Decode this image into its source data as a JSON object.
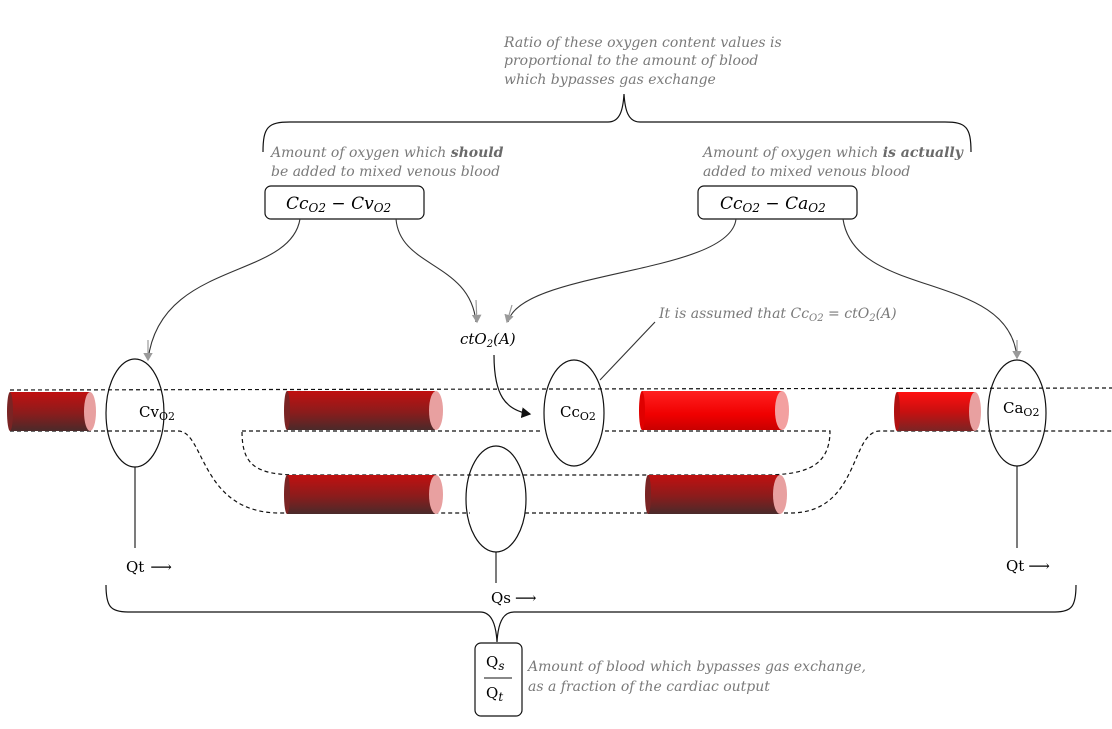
{
  "notes": {
    "ratio_line1": "Ratio of these oxygen content values is",
    "ratio_line2": "proportional  to the amount of blood",
    "ratio_line3": "which bypasses gas exchange",
    "should_prefix": "Amount of oxygen which ",
    "should_bold": "should",
    "should_line2": "be added to mixed venous blood",
    "actual_prefix": "Amount of oxygen which ",
    "actual_bold": "is actually",
    "actual_line2": "added to mixed venous blood",
    "assumed_prefix": "It is assumed that Cc",
    "assumed_sub": "O2",
    "assumed_mid": "  = ctO",
    "assumed_sub2": "2",
    "assumed_suffix": "(A)",
    "fraction_line1": "Amount of blood  which bypasses gas exchange,",
    "fraction_line2": "as a fraction of the cardiac output"
  },
  "boxes": {
    "left": {
      "a": "Cc",
      "a_sub": "O2",
      "op": " − ",
      "b": "Cv",
      "b_sub": "O2"
    },
    "right": {
      "a": "Cc",
      "a_sub": "O2",
      "op": " − ",
      "b": "Ca",
      "b_sub": "O2"
    }
  },
  "labels": {
    "ctO2_main": "ctO",
    "ctO2_sub": "2",
    "ctO2_tail": "(A)",
    "cv_main": "Cv",
    "cv_sub": "O2",
    "cc_main": "Cc",
    "cc_sub": "O2",
    "ca_main": "Ca",
    "ca_sub": "O2",
    "qt_left": "Qt",
    "qt_right": "Qt",
    "qs": "Qs",
    "arrow_glyph": "⟶",
    "frac_num": "Q",
    "frac_num_sub": "s",
    "frac_den": "Q",
    "frac_den_sub": "t"
  },
  "colors": {
    "blood_dark": "#5a2424",
    "blood_mid": "#b31a1a",
    "blood_bright": "#ff1a1a",
    "cap_light": "#e8a0a0",
    "note_gray": "#7a7a7a"
  }
}
